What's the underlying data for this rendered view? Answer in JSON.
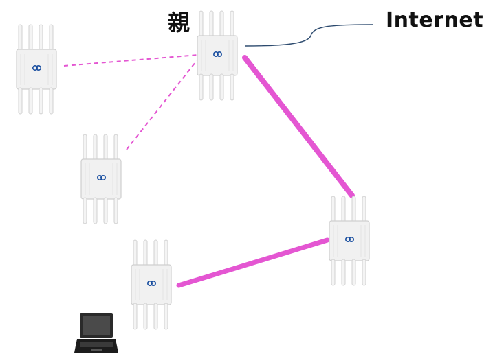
{
  "labels": {
    "parent": "親",
    "internet": "Internet"
  },
  "colors": {
    "mesh_link": "#e456d2",
    "wireless_backup_link": "#e456d2",
    "internet_cable": "#2c4a6e",
    "device_body": "#f1f1f1",
    "device_logo": "#1a4fa0"
  },
  "access_points": [
    {
      "id": "parent",
      "role": "parent"
    },
    {
      "id": "left-top",
      "role": "child"
    },
    {
      "id": "left-middle",
      "role": "child"
    },
    {
      "id": "right",
      "role": "child"
    },
    {
      "id": "bottom",
      "role": "child"
    }
  ],
  "links": [
    {
      "from": "parent",
      "to": "left-top",
      "style": "dashed"
    },
    {
      "from": "parent",
      "to": "left-middle",
      "style": "dashed"
    },
    {
      "from": "parent",
      "to": "right",
      "style": "solid-thick"
    },
    {
      "from": "right",
      "to": "bottom",
      "style": "solid-thick"
    },
    {
      "from": "parent",
      "to": "internet",
      "style": "cable"
    }
  ],
  "client": {
    "type": "laptop-icon"
  }
}
